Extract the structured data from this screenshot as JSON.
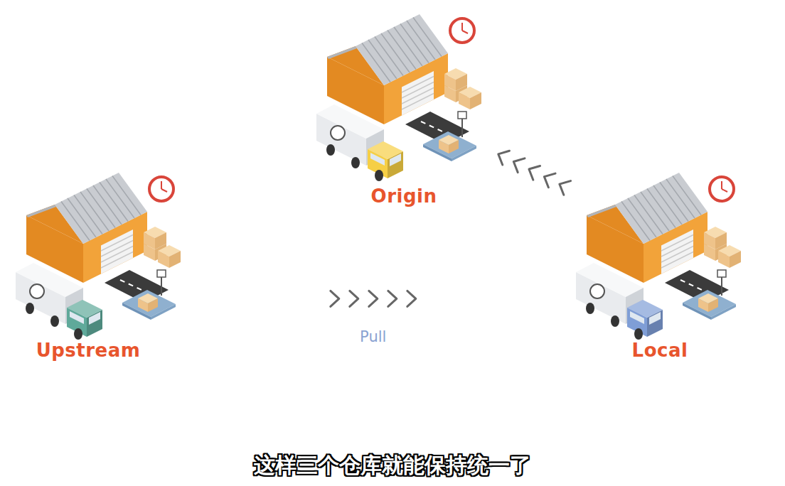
{
  "diagram": {
    "caption": "这样三个仓库就能保持统一了",
    "nodes": [
      {
        "text": [
          "Origin"
        ]
      },
      {
        "text": [
          "Upstream"
        ]
      },
      {
        "text": [
          "Local"
        ]
      }
    ],
    "edges": [
      {
        "from": 1,
        "to": 2,
        "label": "Pull",
        "arrow": "to"
      },
      {
        "from": 2,
        "to": 0,
        "arrow": "to"
      }
    ]
  }
}
